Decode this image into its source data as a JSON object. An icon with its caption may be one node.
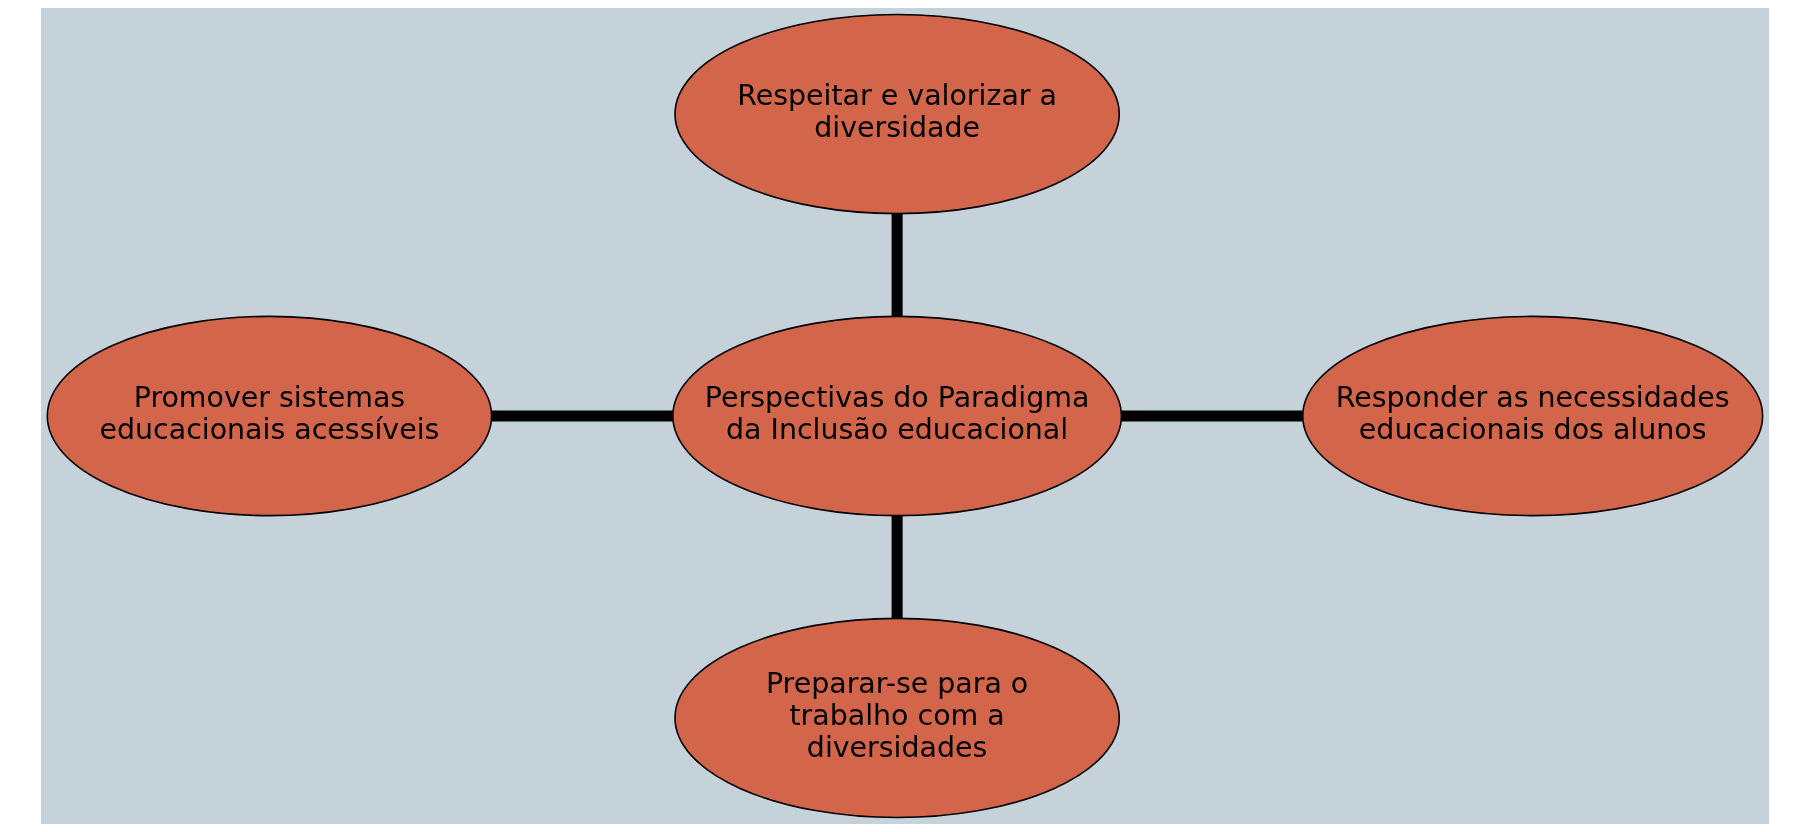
{
  "diagram": {
    "nodes": [
      {
        "text": [
          "Respeitar e valorizar a diversidade"
        ]
      },
      {
        "text": [
          "Promover sistemas educacionais acessíveis"
        ]
      },
      {
        "text": [
          "Perspectivas do Paradigma da Inclusão educacional"
        ]
      },
      {
        "text": [
          "Responder as necessidades educacionais dos alunos"
        ]
      },
      {
        "text": [
          "Preparar-se para o trabalho com a diversidades"
        ]
      }
    ],
    "edges": [
      {
        "from": 0,
        "to": 2,
        "arrow": "none"
      },
      {
        "from": 1,
        "to": 2,
        "arrow": "none"
      },
      {
        "from": 2,
        "to": 3,
        "arrow": "none"
      },
      {
        "from": 2,
        "to": 4,
        "arrow": "none"
      }
    ]
  }
}
